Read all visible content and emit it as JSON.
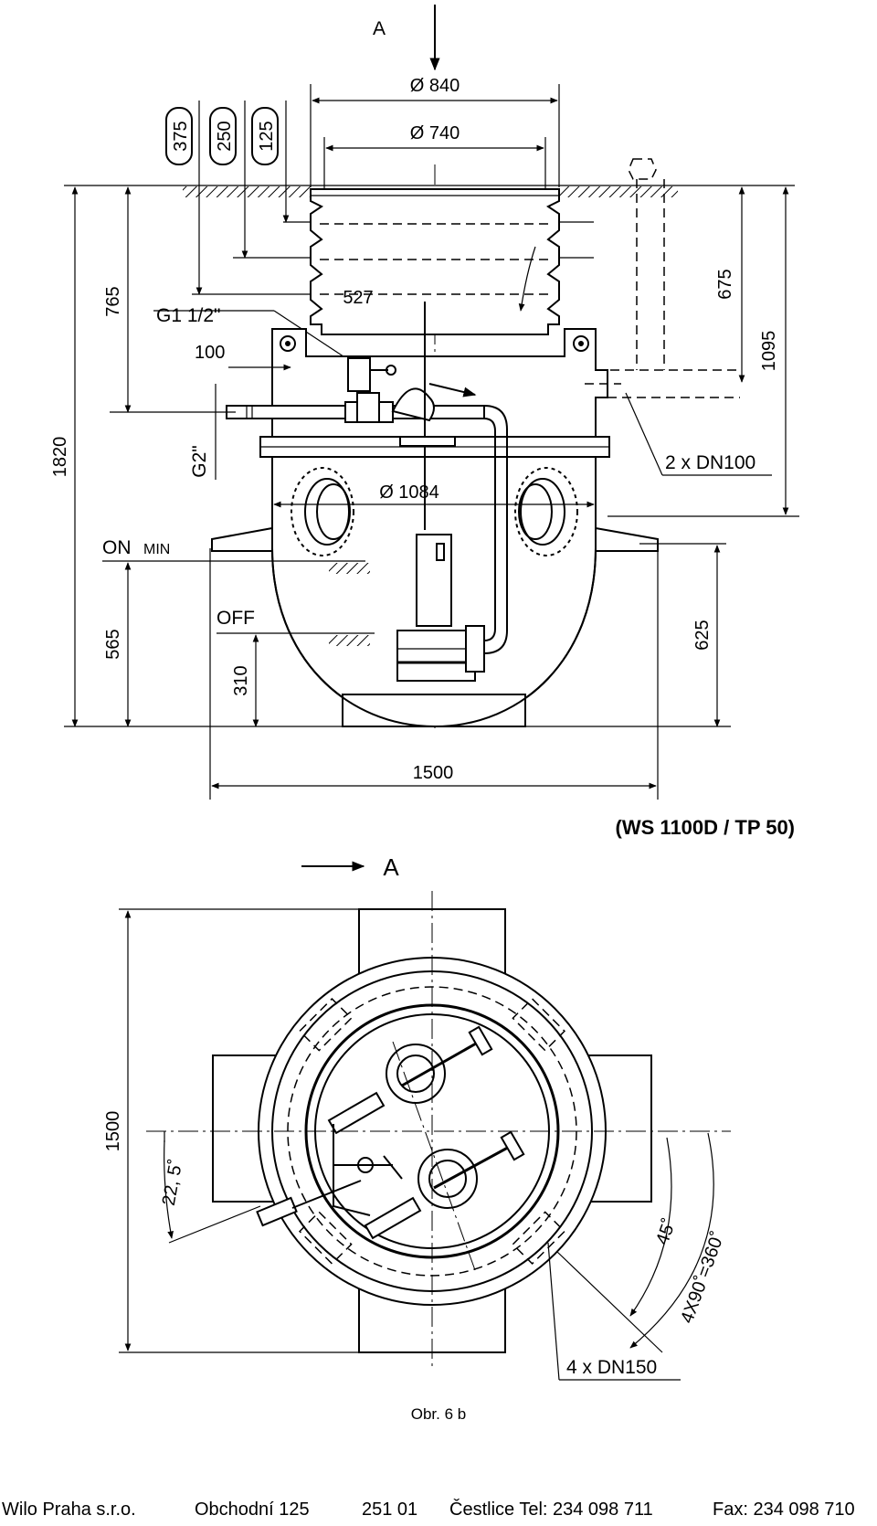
{
  "section_view": {
    "view_marker": "A",
    "model_label": "(WS 1100D / TP 50)",
    "dims": {
      "d840": "Ø 840",
      "d740": "Ø 740",
      "d1084": "Ø 1084",
      "w527": "527",
      "w100": "100",
      "h1820": "1820",
      "h765": "765",
      "h675": "675",
      "h1095": "1095",
      "h565": "565",
      "h310": "310",
      "h625": "625",
      "w1500": "1500"
    },
    "ring_heights": [
      "375",
      "250",
      "125"
    ],
    "labels": {
      "g1": "G1 1/2\"",
      "g2": "G2\"",
      "on": "ON",
      "on_min": "MIN",
      "off": "OFF",
      "dn100": "2 x DN100"
    }
  },
  "plan_view": {
    "view_marker": "A",
    "dims": {
      "h1500": "1500",
      "angle225": "22, 5˚",
      "angle45": "45˚",
      "angle360": "4X90˚=360˚"
    },
    "labels": {
      "dn150": "4 x DN150"
    }
  },
  "caption": "Obr. 6 b",
  "footer": {
    "company": "Wilo Praha s.r.o.",
    "street": "Obchodní 125",
    "postcode": "251 01",
    "city_tel": "Čestlice Tel: 234 098 711",
    "fax": "Fax: 234 098 710"
  }
}
